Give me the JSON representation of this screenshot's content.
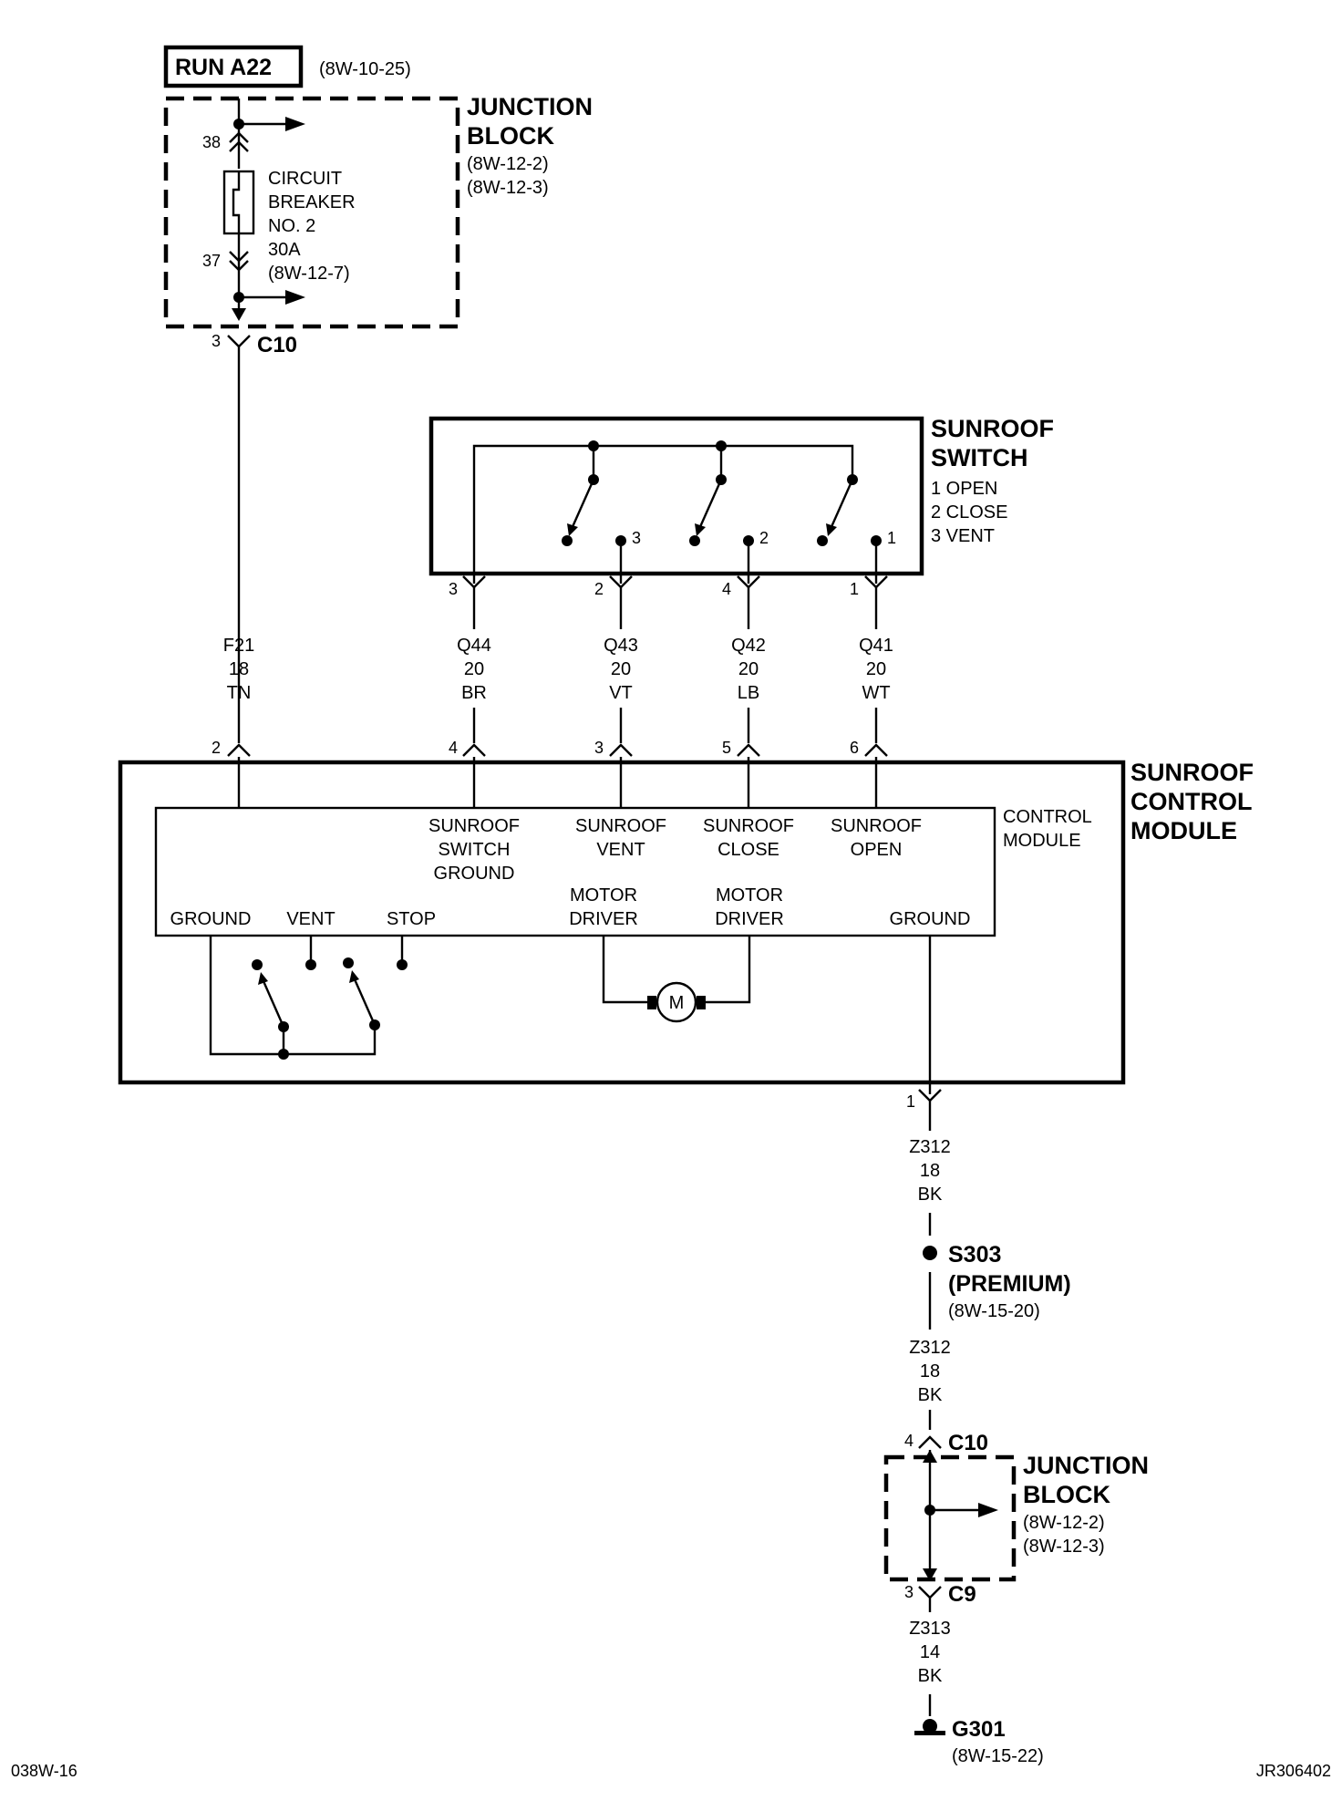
{
  "header": {
    "run_label": "RUN A22",
    "run_ref": "(8W-10-25)"
  },
  "junction_block_top": {
    "title_line1": "JUNCTION",
    "title_line2": "BLOCK",
    "ref1": "(8W-12-2)",
    "ref2": "(8W-12-3)",
    "pin_in": "38",
    "pin_out": "37",
    "breaker_lines": [
      "CIRCUIT",
      "BREAKER",
      "NO. 2",
      "30A",
      "(8W-12-7)"
    ],
    "connector_pin": "3",
    "connector": "C10"
  },
  "sunroof_switch": {
    "title_line1": "SUNROOF",
    "title_line2": "SWITCH",
    "legend": [
      "1 OPEN",
      "2 CLOSE",
      "3 VENT"
    ],
    "contact_labels": [
      "3",
      "2",
      "1"
    ],
    "pins": [
      "3",
      "2",
      "4",
      "1"
    ]
  },
  "wires": [
    {
      "circuit": "F21",
      "gauge": "18",
      "color": "TN"
    },
    {
      "circuit": "Q44",
      "gauge": "20",
      "color": "BR"
    },
    {
      "circuit": "Q43",
      "gauge": "20",
      "color": "VT"
    },
    {
      "circuit": "Q42",
      "gauge": "20",
      "color": "LB"
    },
    {
      "circuit": "Q41",
      "gauge": "20",
      "color": "WT"
    }
  ],
  "control_module": {
    "title_line1": "SUNROOF",
    "title_line2": "CONTROL",
    "title_line3": "MODULE",
    "inner_label_line1": "CONTROL",
    "inner_label_line2": "MODULE",
    "pins": [
      "2",
      "4",
      "3",
      "5",
      "6"
    ],
    "terminals": {
      "switch_ground": [
        "SUNROOF",
        "SWITCH",
        "GROUND"
      ],
      "vent": [
        "SUNROOF",
        "VENT"
      ],
      "close": [
        "SUNROOF",
        "CLOSE"
      ],
      "open": [
        "SUNROOF",
        "OPEN"
      ]
    },
    "bottom_labels": {
      "ground_left": "GROUND",
      "vent": "VENT",
      "stop": "STOP",
      "motor_driver_1": [
        "MOTOR",
        "DRIVER"
      ],
      "motor_driver_2": [
        "MOTOR",
        "DRIVER"
      ],
      "ground_right": "GROUND"
    },
    "motor_label": "M",
    "ground_pin": "1"
  },
  "ground_path": {
    "wire1": {
      "circuit": "Z312",
      "gauge": "18",
      "color": "BK"
    },
    "splice": "S303",
    "splice_note": "(PREMIUM)",
    "splice_ref": "(8W-15-20)",
    "wire2": {
      "circuit": "Z312",
      "gauge": "18",
      "color": "BK"
    },
    "jb_in_pin": "4",
    "jb_in_conn": "C10",
    "jb_out_pin": "3",
    "jb_out_conn": "C9",
    "wire3": {
      "circuit": "Z313",
      "gauge": "14",
      "color": "BK"
    },
    "ground": "G301",
    "ground_ref": "(8W-15-22)"
  },
  "junction_block_bottom": {
    "title_line1": "JUNCTION",
    "title_line2": "BLOCK",
    "ref1": "(8W-12-2)",
    "ref2": "(8W-12-3)"
  },
  "footer": {
    "left": "038W-16",
    "right": "JR306402"
  }
}
